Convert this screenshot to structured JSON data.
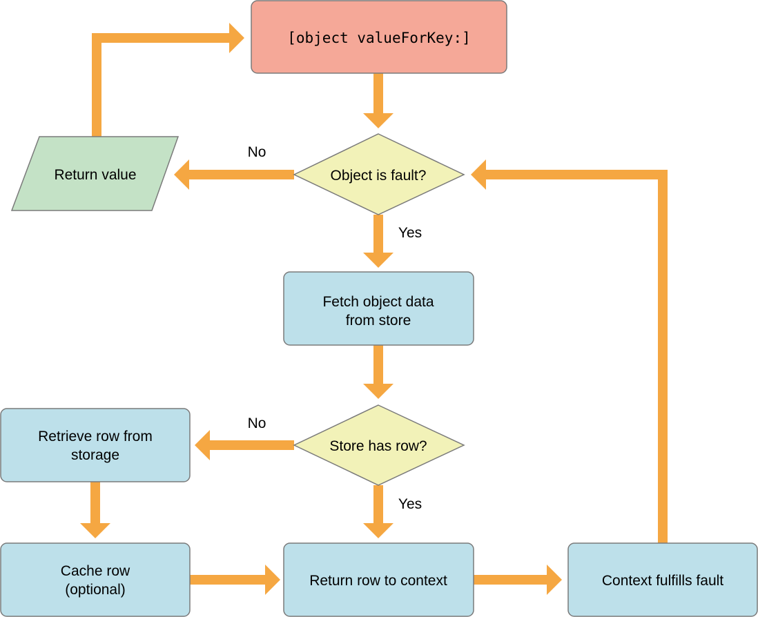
{
  "colors": {
    "arrow": "#F5A742",
    "start_fill": "#F5A898",
    "decision_fill": "#F2F2B8",
    "process_fill": "#BDE0EA",
    "io_fill": "#C4E2C6",
    "stroke": "#7A7A7A"
  },
  "nodes": {
    "start": {
      "label": "[object valueForKey:]"
    },
    "fault_check": {
      "label": "Object is fault?"
    },
    "return_value": {
      "label": "Return value"
    },
    "fetch": {
      "line1": "Fetch object data",
      "line2": "from store"
    },
    "row_check": {
      "label": "Store has row?"
    },
    "retrieve": {
      "line1": "Retrieve row from",
      "line2": "storage"
    },
    "cache": {
      "line1": "Cache row",
      "line2": "(optional)"
    },
    "return_row": {
      "label": "Return row to context"
    },
    "fulfill": {
      "label": "Context fulfills fault"
    }
  },
  "edges": {
    "fault_no": "No",
    "fault_yes": "Yes",
    "row_no": "No",
    "row_yes": "Yes"
  }
}
